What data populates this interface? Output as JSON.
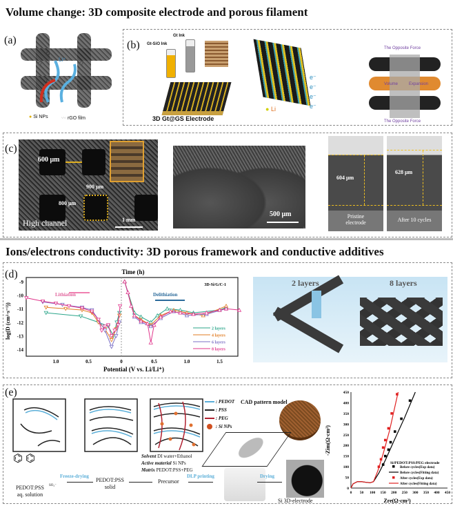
{
  "section1_title": "Volume change: 3D composite electrode and porous filament",
  "section2_title": "Ions/electrons conductivity: 3D porous framework and conductive additives",
  "panel_a": {
    "label": "(a)",
    "li": "Li⁺",
    "legend": [
      "Si NPs",
      "rGO film"
    ]
  },
  "panel_b": {
    "label": "(b)",
    "gt_ink": "Gt Ink",
    "gtsio_ink": "Gt-SiO Ink",
    "electrode": "3D Gt@GS Electrode",
    "electron": "e⁻",
    "li": "Li",
    "force_top": "The Opposite Force",
    "force_bottom": "The Opposite Force",
    "volume": "Volume",
    "expansion": "Expansion"
  },
  "panel_c": {
    "label": "(c)",
    "w600": "600 μm",
    "w900": "900 μm",
    "w800": "800 μm",
    "scale1": "1 mm",
    "high_channel": "High channel",
    "scale2": "500 μm",
    "d1": "604 μm",
    "d2": "628 μm",
    "cap1a": "Pristine",
    "cap1b": "electrode",
    "cap2": "After 10 cycles"
  },
  "panel_d": {
    "label": "(d)",
    "img_2": "2 layers",
    "img_8": "8 layers"
  },
  "panel_e": {
    "label": "(e)",
    "legend": [
      ":  PEDOT",
      ":  PSS",
      ":  PEG",
      ":  Si NPs"
    ],
    "cad": "CAD pattern model",
    "solvent_k": "Solvent",
    "solvent_v": "DI water+Ethanol",
    "active_k": "Active material",
    "active_v": "Si NPs",
    "matrix_k": "Matrix",
    "matrix_v": "PEDOT:PSS+PEG",
    "s1a": "PEDOT:PSS",
    "s1b": "aq. solution",
    "step1": "Freeze-drying",
    "s2a": "PEDOT:PSS",
    "s2b": "solid",
    "step2": "Precursor",
    "step3": "DLP printing",
    "step4": "Drying",
    "s5": "Si 3D-electrode",
    "so3": "SO₃⁻"
  },
  "chart_data": [
    {
      "type": "line",
      "title": "Time (h)",
      "xlabel": "Potential (V vs. Li/Li⁺)",
      "ylabel": "log(D (cm²·s⁻¹))",
      "annotation": "3D-Si/G/C-1",
      "lith_label": "Lithiation",
      "delith_label": "Delithiation",
      "xticks": [
        "1.0",
        "0.5",
        "0",
        "0.5",
        "1.0",
        "1.5"
      ],
      "yticks": [
        "-9",
        "-10",
        "-11",
        "-12",
        "-13",
        "-14"
      ],
      "ylim": [
        -14.5,
        -8.7
      ],
      "series": [
        {
          "name": "2 layers",
          "color": "#2aa58a",
          "lithiation": [
            [
              1.15,
              -11.3
            ],
            [
              0.62,
              -11.55
            ],
            [
              0.35,
              -12.0
            ],
            [
              0.2,
              -12.3
            ],
            [
              0.12,
              -13.0
            ],
            [
              0.07,
              -12.0
            ],
            [
              0.03,
              -11.3
            ]
          ],
          "delithiation": [
            [
              0.05,
              -9.0
            ],
            [
              0.2,
              -11.3
            ],
            [
              0.3,
              -11.6
            ],
            [
              0.45,
              -12.0
            ],
            [
              0.55,
              -11.5
            ],
            [
              0.7,
              -11.0
            ],
            [
              0.9,
              -11.1
            ],
            [
              1.1,
              -11.3
            ],
            [
              1.5,
              -11.1
            ],
            [
              1.6,
              -10.9
            ]
          ]
        },
        {
          "name": "4 layers",
          "color": "#e07b20",
          "lithiation": [
            [
              1.15,
              -10.9
            ],
            [
              0.85,
              -11.0
            ],
            [
              0.6,
              -11.1
            ],
            [
              0.45,
              -11.3
            ],
            [
              0.35,
              -12.0
            ],
            [
              0.25,
              -12.5
            ],
            [
              0.15,
              -13.3
            ],
            [
              0.08,
              -12.5
            ],
            [
              0.03,
              -11.5
            ]
          ],
          "delithiation": [
            [
              0.05,
              -9.0
            ],
            [
              0.2,
              -11.5
            ],
            [
              0.3,
              -11.8
            ],
            [
              0.45,
              -12.2
            ],
            [
              0.6,
              -11.5
            ],
            [
              0.8,
              -11.1
            ],
            [
              1.0,
              -11.3
            ],
            [
              1.25,
              -11.5
            ],
            [
              1.6,
              -10.8
            ]
          ]
        },
        {
          "name": "6 layers",
          "color": "#7b6fc4",
          "lithiation": [
            [
              1.2,
              -10.5
            ],
            [
              0.9,
              -10.7
            ],
            [
              0.6,
              -10.9
            ],
            [
              0.45,
              -11.1
            ],
            [
              0.35,
              -11.8
            ],
            [
              0.25,
              -12.6
            ],
            [
              0.15,
              -13.8
            ],
            [
              0.08,
              -13.0
            ],
            [
              0.03,
              -12.0
            ]
          ],
          "delithiation": [
            [
              0.05,
              -9.0
            ],
            [
              0.2,
              -11.6
            ],
            [
              0.3,
              -12.0
            ],
            [
              0.45,
              -12.3
            ],
            [
              0.6,
              -11.7
            ],
            [
              0.8,
              -11.2
            ],
            [
              1.0,
              -11.5
            ],
            [
              1.3,
              -11.4
            ],
            [
              1.6,
              -11.0
            ]
          ]
        },
        {
          "name": "8 layers",
          "color": "#e0338a",
          "lithiation": [
            [
              1.45,
              -10.2
            ],
            [
              1.2,
              -10.45
            ],
            [
              1.0,
              -10.6
            ],
            [
              0.8,
              -10.8
            ],
            [
              0.6,
              -10.95
            ],
            [
              0.45,
              -11.2
            ],
            [
              0.35,
              -11.8
            ],
            [
              0.3,
              -12.6
            ],
            [
              0.25,
              -12.3
            ],
            [
              0.2,
              -12.2
            ],
            [
              0.15,
              -13.0
            ],
            [
              0.1,
              -12.6
            ],
            [
              0.05,
              -12.2
            ],
            [
              0.02,
              -10.8
            ]
          ],
          "delithiation": [
            [
              0.05,
              -9.0
            ],
            [
              0.1,
              -9.8
            ],
            [
              0.15,
              -10.8
            ],
            [
              0.2,
              -11.5
            ],
            [
              0.3,
              -11.9
            ],
            [
              0.4,
              -12.1
            ],
            [
              0.45,
              -13.5
            ],
            [
              0.5,
              -12.2
            ],
            [
              0.6,
              -11.6
            ],
            [
              0.75,
              -11.2
            ],
            [
              0.9,
              -11.3
            ],
            [
              1.1,
              -11.4
            ],
            [
              1.3,
              -11.3
            ],
            [
              1.5,
              -11.1
            ],
            [
              1.6,
              -11.0
            ],
            [
              1.8,
              -11.1
            ]
          ]
        }
      ]
    },
    {
      "type": "scatter",
      "xlabel": "Zre(Ω·cm²)",
      "ylabel": "-Zim(Ω·cm²)",
      "xlim": [
        0,
        450
      ],
      "ylim": [
        0,
        450
      ],
      "xticks": [
        "0",
        "50",
        "100",
        "150",
        "200",
        "250",
        "300",
        "350",
        "400",
        "450"
      ],
      "yticks": [
        "0",
        "50",
        "100",
        "150",
        "200",
        "250",
        "300",
        "350",
        "400",
        "450"
      ],
      "legend_title": "Si/PEDOT:PSS/PEG electrode",
      "series": [
        {
          "name": "Before cycles(Exp data)",
          "color": "#000000",
          "kind": "points",
          "points": [
            [
              150,
              110
            ],
            [
              160,
              150
            ],
            [
              175,
              180
            ],
            [
              185,
              215
            ],
            [
              205,
              265
            ],
            [
              235,
              325
            ],
            [
              275,
              410
            ]
          ]
        },
        {
          "name": "Before cycles(Fitting data)",
          "color": "#000000",
          "kind": "line",
          "points": [
            [
              0,
              0
            ],
            [
              10,
              20
            ],
            [
              30,
              30
            ],
            [
              50,
              30
            ],
            [
              70,
              27
            ],
            [
              90,
              25
            ],
            [
              105,
              30
            ],
            [
              130,
              70
            ],
            [
              160,
              130
            ],
            [
              200,
              220
            ],
            [
              250,
              330
            ],
            [
              300,
              450
            ]
          ]
        },
        {
          "name": "After cycles(Exp data)",
          "color": "#e02020",
          "kind": "points",
          "points": [
            [
              130,
              100
            ],
            [
              140,
              135
            ],
            [
              150,
              190
            ],
            [
              160,
              225
            ],
            [
              175,
              280
            ],
            [
              190,
              350
            ],
            [
              215,
              440
            ]
          ]
        },
        {
          "name": "After cycles(Fitting data)",
          "color": "#e02020",
          "kind": "line",
          "points": [
            [
              0,
              0
            ],
            [
              10,
              20
            ],
            [
              30,
              30
            ],
            [
              50,
              30
            ],
            [
              70,
              27
            ],
            [
              90,
              25
            ],
            [
              105,
              30
            ],
            [
              125,
              80
            ],
            [
              150,
              160
            ],
            [
              180,
              270
            ],
            [
              220,
              450
            ]
          ]
        }
      ]
    }
  ]
}
